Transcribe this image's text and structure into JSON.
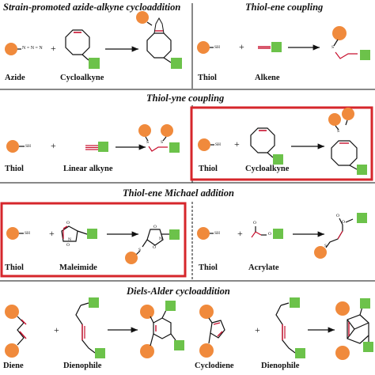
{
  "sections": {
    "spaac": {
      "title": "Strain-promoted azide-alkyne cycloaddition",
      "labels": [
        "Azide",
        "Cycloalkyne"
      ]
    },
    "thiol_ene": {
      "title": "Thiol-ene coupling",
      "labels": [
        "Thiol",
        "Alkene"
      ]
    },
    "thiol_yne": {
      "title": "Thiol-yne coupling",
      "labels": [
        "Thiol",
        "Linear alkyne",
        "Thiol",
        "Cycloalkyne"
      ]
    },
    "michael": {
      "title": "Thiol-ene Michael addition",
      "labels": [
        "Thiol",
        "Maleimide",
        "Thiol",
        "Acrylate"
      ]
    },
    "diels_alder": {
      "title": "Diels-Alder cycloaddition",
      "labels": [
        "Diene",
        "Dienophile",
        "Cyclodiene",
        "Dienophile"
      ]
    }
  },
  "atom_text": {
    "sh": "SH",
    "azide": "N = N = N",
    "s": "S",
    "n": "N",
    "o": "O"
  },
  "plus": "+",
  "colors": {
    "orange": "#F08A3C",
    "green": "#6CC24A",
    "red_box": "#D6262B",
    "bond_red": "#C8102E",
    "line": "#111111"
  }
}
